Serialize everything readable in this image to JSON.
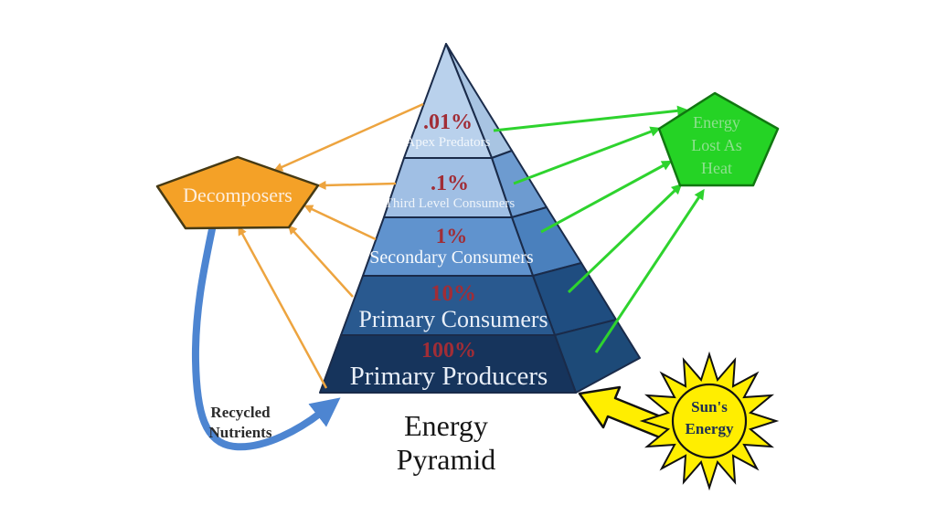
{
  "title": {
    "line1": "Energy",
    "line2": "Pyramid"
  },
  "pyramid": {
    "levels": [
      {
        "percent": ".01%",
        "label": "Apex Predators",
        "front": "#b9d1ec",
        "side": "#a8c4e2"
      },
      {
        "percent": ".1%",
        "label": "Third Level Consumers",
        "front": "#a0bfe4",
        "side": "#6d9bd0"
      },
      {
        "percent": "1%",
        "label": "Secondary Consumers",
        "front": "#6093ce",
        "side": "#4a80bd"
      },
      {
        "percent": "10%",
        "label": "Primary Consumers",
        "front": "#29598f",
        "side": "#1f4d80"
      },
      {
        "percent": "100%",
        "label": "Primary Producers",
        "front": "#16345c",
        "side": "#1d4a78"
      }
    ]
  },
  "decomposers": {
    "label": "Decomposers"
  },
  "energy_lost_as_heat": {
    "line1": "Energy",
    "line2": "Lost As",
    "line3": "Heat"
  },
  "sun": {
    "line1": "Sun's",
    "line2": "Energy"
  },
  "recycled_nutrients": {
    "line1": "Recycled",
    "line2": "Nutrients"
  },
  "colors": {
    "pyramid_stroke": "#1a2b4a",
    "percent_text": "#a12d36",
    "orange_arrow": "#eda43f",
    "green_arrow": "#2ed32e",
    "blue_arrow": "#4d85d1",
    "decomposers_fill": "#f4a127",
    "decomposers_border": "#463a14",
    "decomposers_text": "#fdeedd",
    "heat_fill": "#25d325",
    "heat_border": "#117711",
    "heat_text": "#8fe08f",
    "sun_fill": "#ffee00",
    "sun_border": "#111111",
    "sun_text": "#1d2f52",
    "recycled_text": "#2b2b2b",
    "title_text": "#161616"
  }
}
